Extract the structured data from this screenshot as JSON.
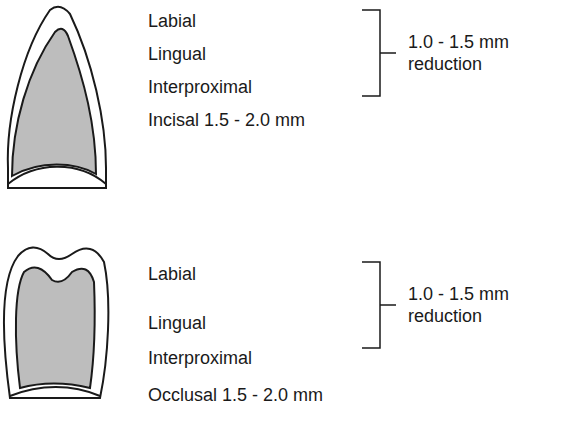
{
  "diagram": {
    "labels": [
      "Labial",
      "Lingual",
      "Interproximal",
      "1.0 - 1.5 mm reduction",
      "Incisal 1.5 - 2.0 mm",
      "Labial",
      "Lingual",
      "Interproximal",
      "1.0 - 1.5 mm reduction",
      "Occlusal 1.5 - 2.0 mm"
    ]
  }
}
